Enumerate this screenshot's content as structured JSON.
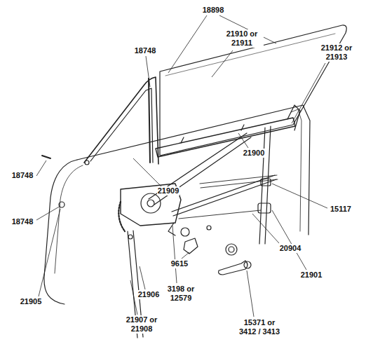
{
  "diagram": {
    "labels": [
      "18898",
      "18748",
      "21910 or 21911",
      "21912 or 21913",
      "21900",
      "18748",
      "21909",
      "18748",
      "15117",
      "20904",
      "9615",
      "21905",
      "21906",
      "3198 or 12579",
      "21901",
      "21907 or 21908",
      "15371 or 3412 / 3413"
    ]
  }
}
